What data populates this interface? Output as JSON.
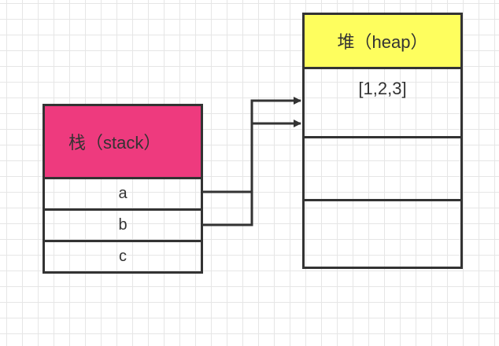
{
  "stack": {
    "title": "栈（stack）",
    "color": "#ee3a7e",
    "cells": [
      "a",
      "b",
      "c"
    ]
  },
  "heap": {
    "title": "堆（heap）",
    "color": "#fefe5e",
    "cells": [
      "[1,2,3]",
      "",
      ""
    ]
  },
  "references": [
    {
      "from": "a",
      "to": "[1,2,3]"
    },
    {
      "from": "b",
      "to": "[1,2,3]"
    }
  ]
}
